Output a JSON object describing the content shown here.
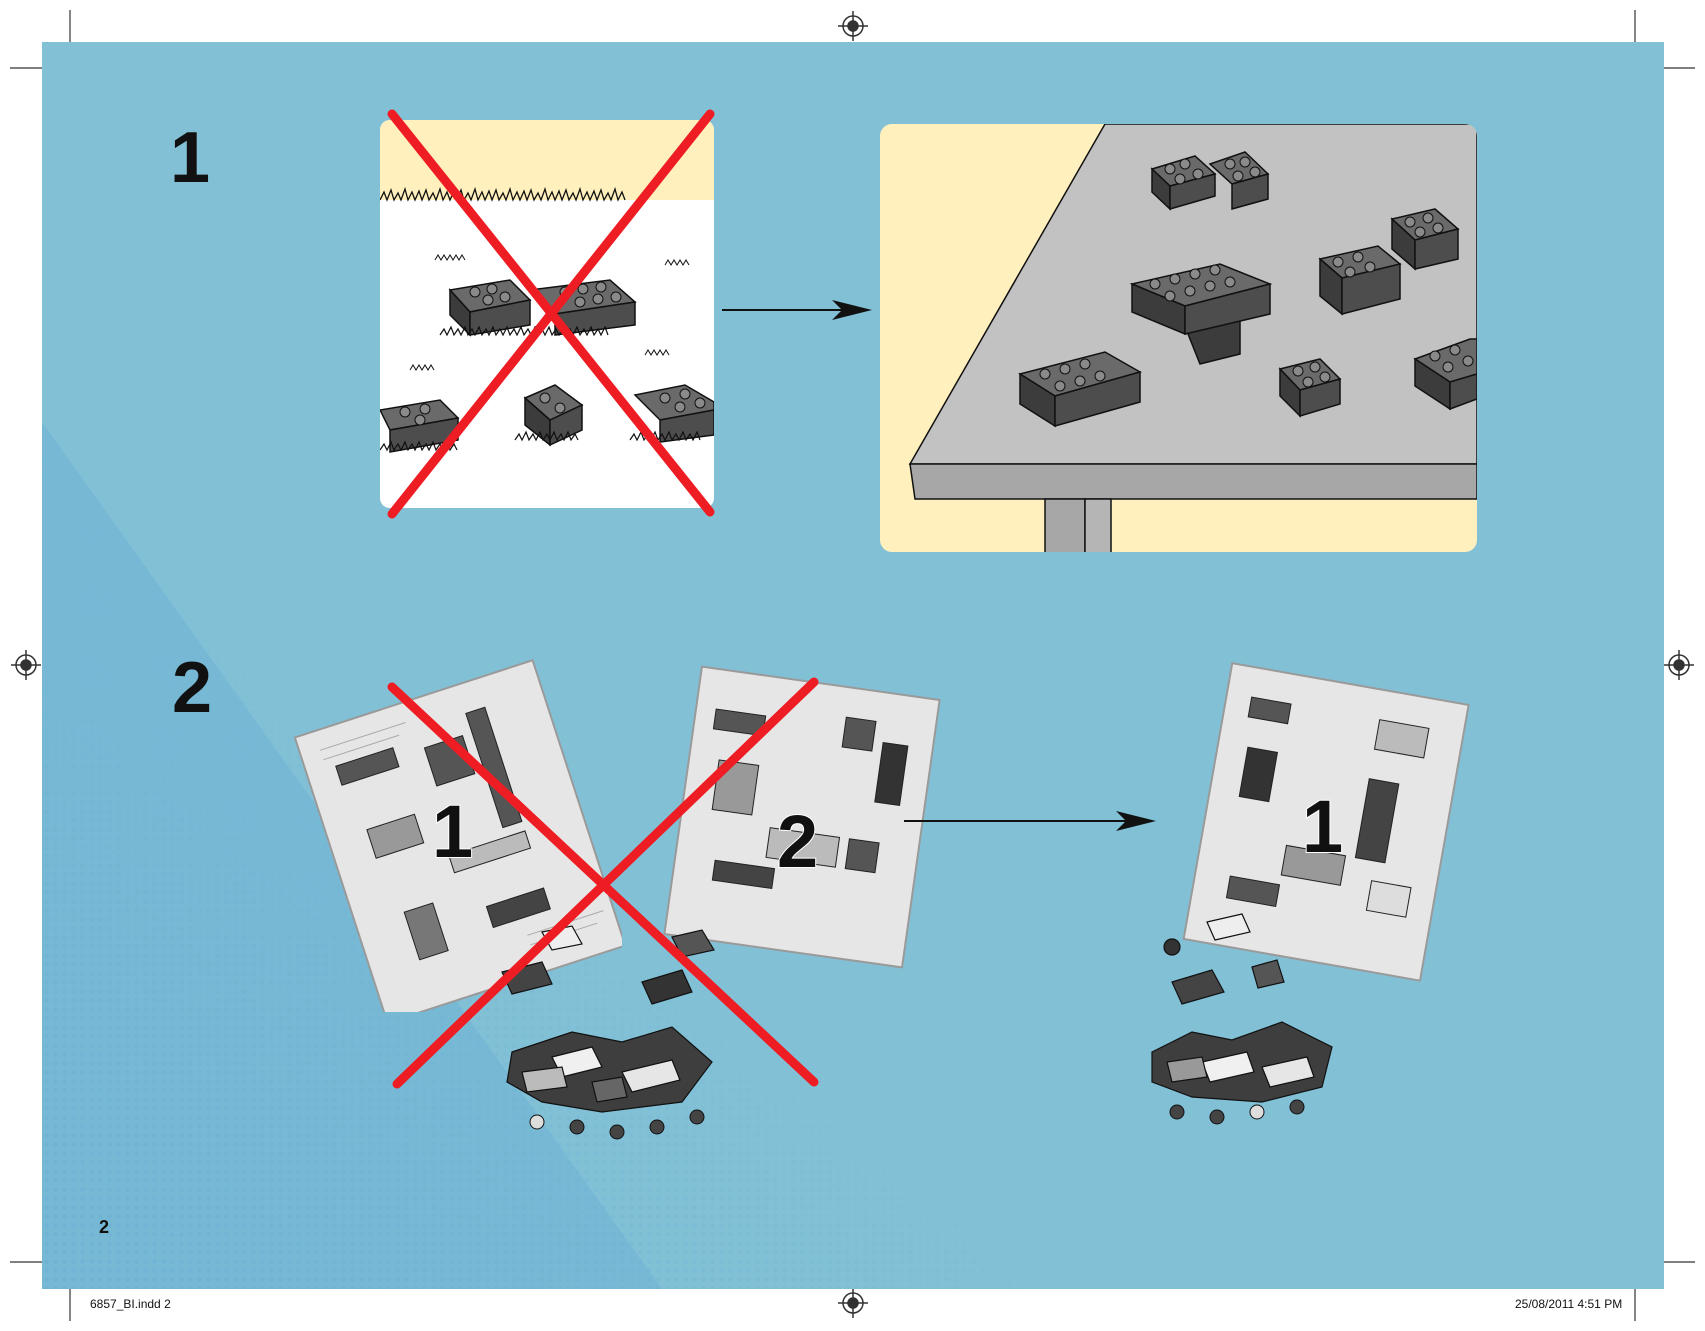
{
  "steps": [
    {
      "number": "1"
    },
    {
      "number": "2"
    }
  ],
  "bags": [
    {
      "number": "1"
    },
    {
      "number": "2"
    },
    {
      "number": "1"
    }
  ],
  "page": {
    "number": "2",
    "slug_file": "6857_BI.indd  2",
    "slug_date": "25/08/2011   4:51 PM"
  },
  "colors": {
    "background": "#82c0d6",
    "prohibit_cross": "#ee1d23",
    "sand": "#fff0bd",
    "table": "#c2c2c2",
    "brick": "#4a4a4a"
  }
}
